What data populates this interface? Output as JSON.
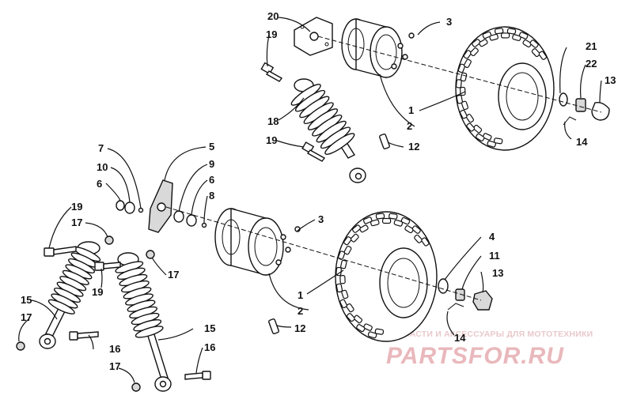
{
  "labels": {
    "l1a": "1",
    "l1b": "1",
    "l2a": "2",
    "l2b": "2",
    "l3a": "3",
    "l3b": "3",
    "l4": "4",
    "l5": "5",
    "l6a": "6",
    "l6b": "6",
    "l7": "7",
    "l8": "8",
    "l9": "9",
    "l10": "10",
    "l11": "11",
    "l12a": "12",
    "l12b": "12",
    "l13a": "13",
    "l13b": "13",
    "l14a": "14",
    "l14b": "14",
    "l15a": "15",
    "l15b": "15",
    "l16a": "16",
    "l16b": "16",
    "l17a": "17",
    "l17b": "17",
    "l17c": "17",
    "l17d": "17",
    "l18": "18",
    "l19a": "19",
    "l19b": "19",
    "l19c": "19",
    "l19d": "19",
    "l20": "20",
    "l21": "21",
    "l22": "22"
  },
  "watermark": {
    "subtitle": "ЗАПЧАСТИ И АКСЕССУАРЫ ДЛЯ МОТОТЕХНИКИ",
    "brand": "PARTSFOR.RU"
  },
  "colors": {
    "line": "#111111",
    "watermark": "#e9b8bc"
  }
}
